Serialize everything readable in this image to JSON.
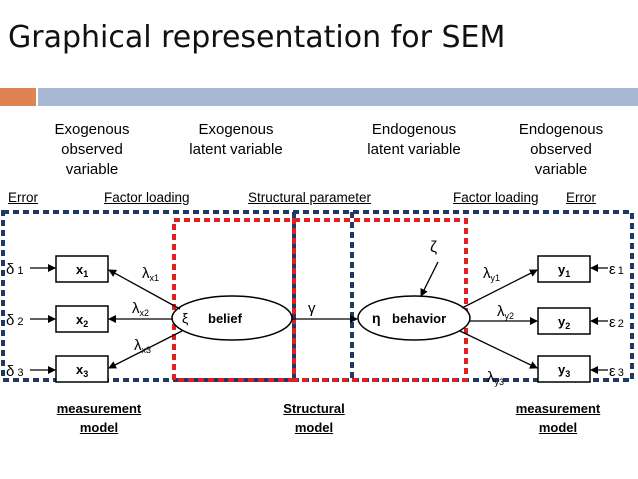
{
  "title": "Graphical representation for SEM",
  "headers": {
    "exo_observed": [
      "Exogenous",
      "observed",
      "variable"
    ],
    "exo_latent": [
      "Exogenous",
      "latent variable"
    ],
    "endo_latent": [
      "Endogenous",
      "latent variable"
    ],
    "endo_observed": [
      "Endogenous",
      "observed",
      "variable"
    ]
  },
  "row_labels": {
    "error_left": "Error",
    "factor_loading_left": "Factor loading",
    "structural_parameter": "Structural parameter",
    "factor_loading_right": "Factor loading",
    "error_right": "Error"
  },
  "diagram": {
    "x_vars": [
      "x",
      "x",
      "x"
    ],
    "x_subs": [
      "1",
      "2",
      "3"
    ],
    "y_vars": [
      "y",
      "y",
      "y"
    ],
    "y_subs": [
      "1",
      "2",
      "3"
    ],
    "deltas": [
      "δ",
      "δ",
      "δ"
    ],
    "delta_subs": [
      "1",
      "2",
      "3"
    ],
    "epsilons": [
      "ε",
      "ε",
      "ε"
    ],
    "eps_subs": [
      "1",
      "2",
      "3"
    ],
    "lambda": "λ",
    "lx_subs": [
      "x1",
      "x2",
      "x3"
    ],
    "ly_subs": [
      "y1",
      "y2",
      "y3"
    ],
    "xi": "ξ",
    "belief": "belief",
    "eta": "η",
    "behavior": "behavior",
    "gamma": "γ",
    "zeta": "ζ"
  },
  "footers": {
    "measurement_left": [
      "measurement",
      "model"
    ],
    "structural": [
      "Structural",
      "model"
    ],
    "measurement_right": [
      "measurement",
      "model"
    ]
  },
  "colors": {
    "accent_orange": "#dd8452",
    "accent_blue": "#a8b8d4",
    "navy_dash": "#1f3864",
    "red_dash": "#e02020"
  }
}
